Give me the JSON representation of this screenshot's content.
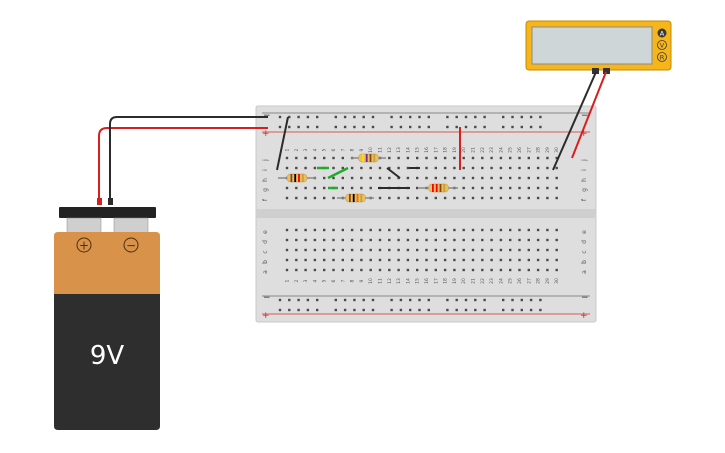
{
  "battery": {
    "voltage_label": "9V",
    "plus_symbol": "+",
    "minus_symbol": "−",
    "colors": {
      "top": "#d9924a",
      "body": "#2e2e2e",
      "cap": "#222222",
      "terminal": "#cfcfcf"
    }
  },
  "multimeter": {
    "buttons": [
      "A",
      "V",
      "R"
    ],
    "colors": {
      "body": "#f5b51b",
      "screen": "#cfd6d8"
    }
  },
  "breadboard": {
    "columns": 30,
    "top_rows": [
      "j",
      "i",
      "h",
      "g",
      "f"
    ],
    "bottom_rows": [
      "e",
      "d",
      "c",
      "b",
      "a"
    ],
    "rail_minus": "−",
    "rail_plus": "+",
    "colors": {
      "board": "#dedede",
      "hole": "#4a4a4a",
      "rail_red": "#d62b2b",
      "rail_dark": "#333333"
    }
  },
  "wires": {
    "red": "#d61f1f",
    "black": "#2b2b2b",
    "green": "#1fae2c"
  },
  "resistors": {
    "body_color": "#e6c16a",
    "bands": [
      [
        "#8b4513",
        "#000000",
        "#ff0000",
        "#c9a227"
      ],
      [
        "#ffdd00",
        "#7a2a8a",
        "#8b4513",
        "#c9a227"
      ],
      [
        "#8b4513",
        "#000000",
        "#ff6600",
        "#c9a227"
      ],
      [
        "#ff0000",
        "#ff0000",
        "#8b4513",
        "#c9a227"
      ]
    ]
  }
}
